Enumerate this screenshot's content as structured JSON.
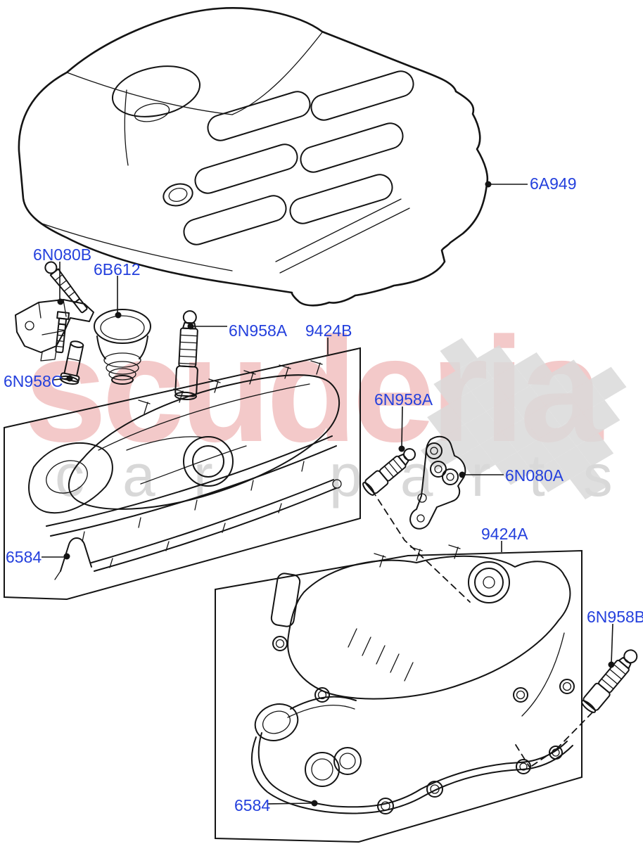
{
  "watermark": {
    "title": "scuderia",
    "subtitle": "car parts",
    "title_color": "#de6a6a",
    "subtitle_color": "#a8a8a8",
    "flag_color": "#d9d9d9"
  },
  "colors": {
    "label_blue": "#2440dd",
    "line_black": "#141414",
    "background": "#ffffff"
  },
  "labels": {
    "engine_cover": "6A949",
    "bracket_upper": "6N080B",
    "oil_filler_cap": "6B612",
    "stud_upper": "6N958A",
    "manifold_upper": "9424B",
    "bolt_spacer": "6N958C",
    "stud_middle": "6N958A",
    "bracket_lower": "6N080A",
    "manifold_lower": "9424A",
    "stud_lower": "6N958B",
    "gasket_upper": "6584",
    "gasket_lower": "6584"
  }
}
